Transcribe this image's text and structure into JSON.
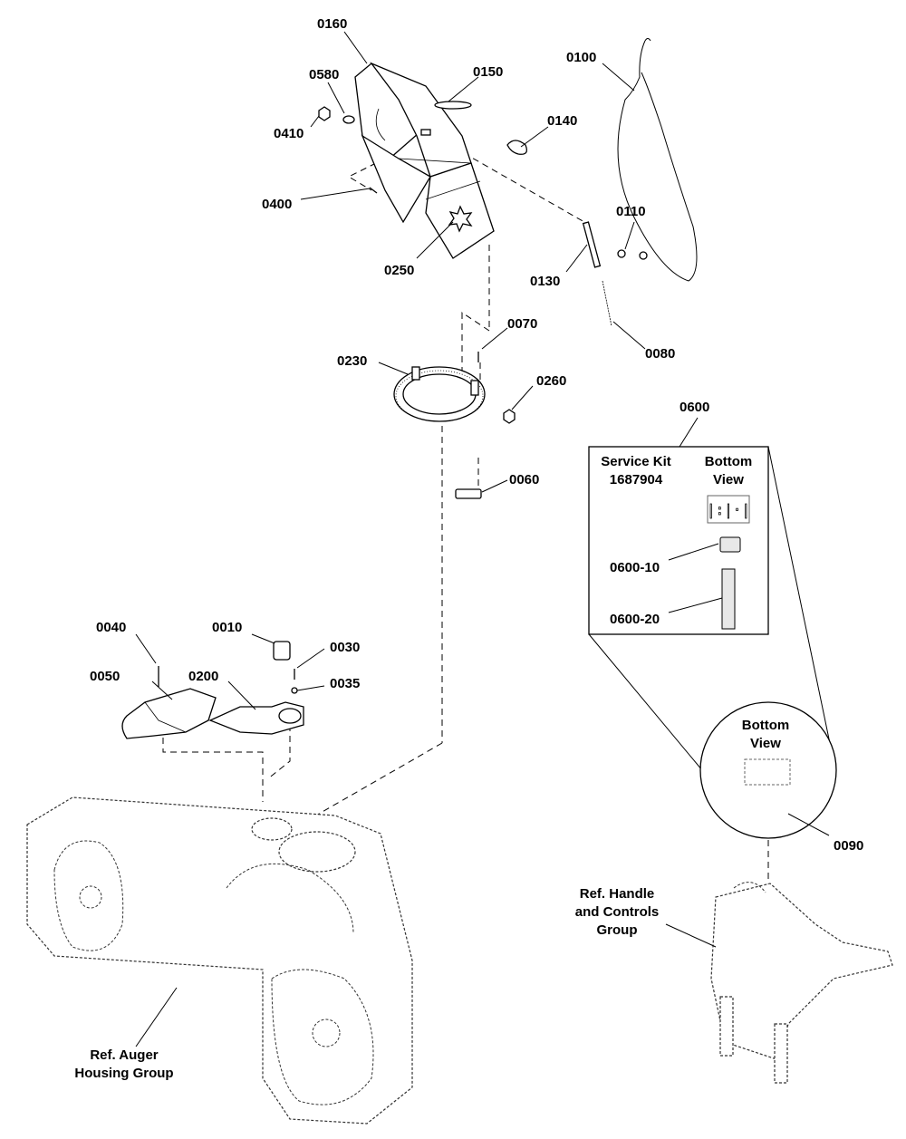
{
  "callouts": {
    "p0160": "0160",
    "p0580": "0580",
    "p0410": "0410",
    "p0150": "0150",
    "p0100": "0100",
    "p0140": "0140",
    "p0400": "0400",
    "p0110": "0110",
    "p0250": "0250",
    "p0130": "0130",
    "p0080": "0080",
    "p0070": "0070",
    "p0230": "0230",
    "p0260": "0260",
    "p0060": "0060",
    "p0600": "0600",
    "p0600_10": "0600-10",
    "p0600_20": "0600-20",
    "p0040": "0040",
    "p0010": "0010",
    "p0030": "0030",
    "p0050": "0050",
    "p0200": "0200",
    "p0035": "0035",
    "p0090": "0090"
  },
  "service_kit": {
    "title_line1": "Service Kit",
    "title_line2": "1687904",
    "bottom_view_line1": "Bottom",
    "bottom_view_line2": "View"
  },
  "detail_circle": {
    "bottom_view_line1": "Bottom",
    "bottom_view_line2": "View"
  },
  "references": {
    "auger_line1": "Ref. Auger",
    "auger_line2": "Housing Group",
    "handle_line1": "Ref. Handle",
    "handle_line2": "and Controls",
    "handle_line3": "Group"
  }
}
